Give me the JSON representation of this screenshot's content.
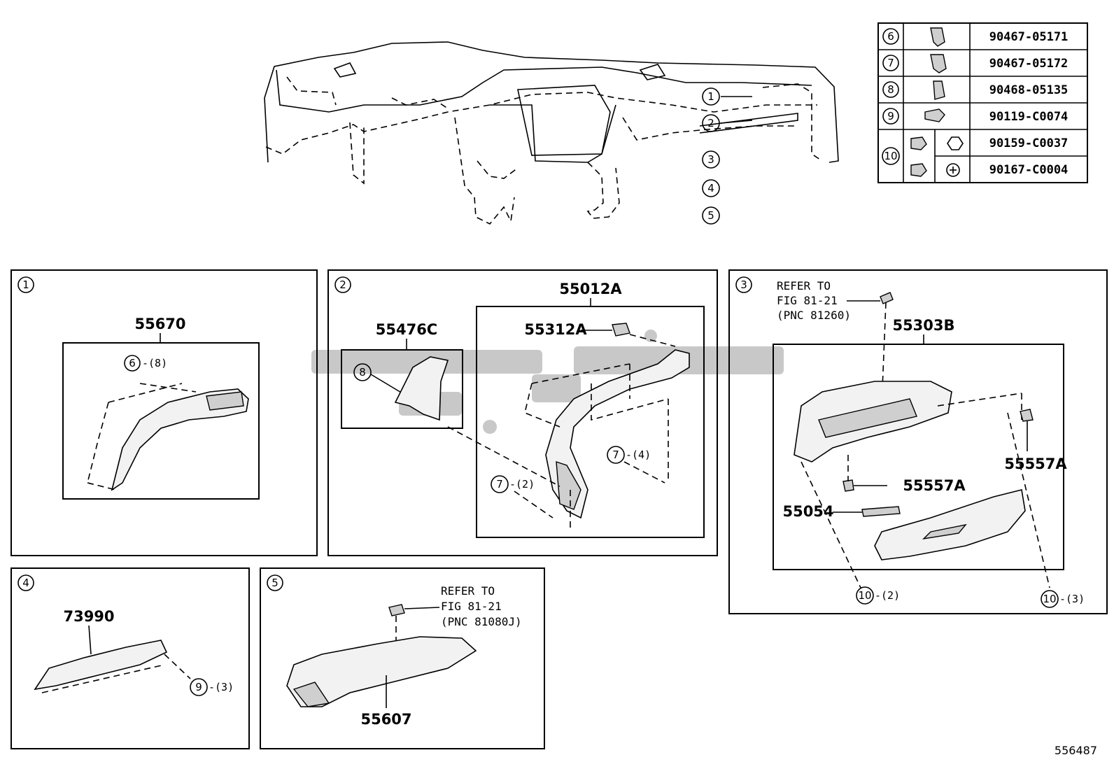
{
  "figure_number": "556487",
  "callouts_top": [
    "1",
    "2",
    "3",
    "4",
    "5"
  ],
  "fastener_table": [
    {
      "ref": "6",
      "part_numbers": [
        "90467-05171"
      ]
    },
    {
      "ref": "7",
      "part_numbers": [
        "90467-05172"
      ]
    },
    {
      "ref": "8",
      "part_numbers": [
        "90468-05135"
      ]
    },
    {
      "ref": "9",
      "part_numbers": [
        "90119-C0074"
      ]
    },
    {
      "ref": "10",
      "part_numbers": [
        "90159-C0037",
        "90167-C0004"
      ]
    }
  ],
  "panels": {
    "p1": {
      "ref": "1",
      "part": "55670",
      "fastener": "6",
      "count": "-(8)"
    },
    "p2": {
      "ref": "2",
      "assembly": "55012A",
      "part_a": "55476C",
      "part_b": "55312A",
      "fastener_a": "8",
      "fastener_b": "7",
      "count_b1": "-(2)",
      "count_b2": "-(4)"
    },
    "p3": {
      "ref": "3",
      "refer_line1": "REFER TO",
      "refer_line2": "FIG 81-21",
      "refer_line3": "(PNC 81260)",
      "assembly": "55303B",
      "part_a": "55557A",
      "part_b": "55557A",
      "part_c": "55054",
      "fastener": "10",
      "count_a": "-(2)",
      "count_b": "-(3)"
    },
    "p4": {
      "ref": "4",
      "part": "73990",
      "fastener": "9",
      "count": "-(3)"
    },
    "p5": {
      "ref": "5",
      "refer_line1": "REFER TO",
      "refer_line2": "FIG 81-21",
      "refer_line3": "(PNC 81080J)",
      "part": "55607"
    }
  }
}
